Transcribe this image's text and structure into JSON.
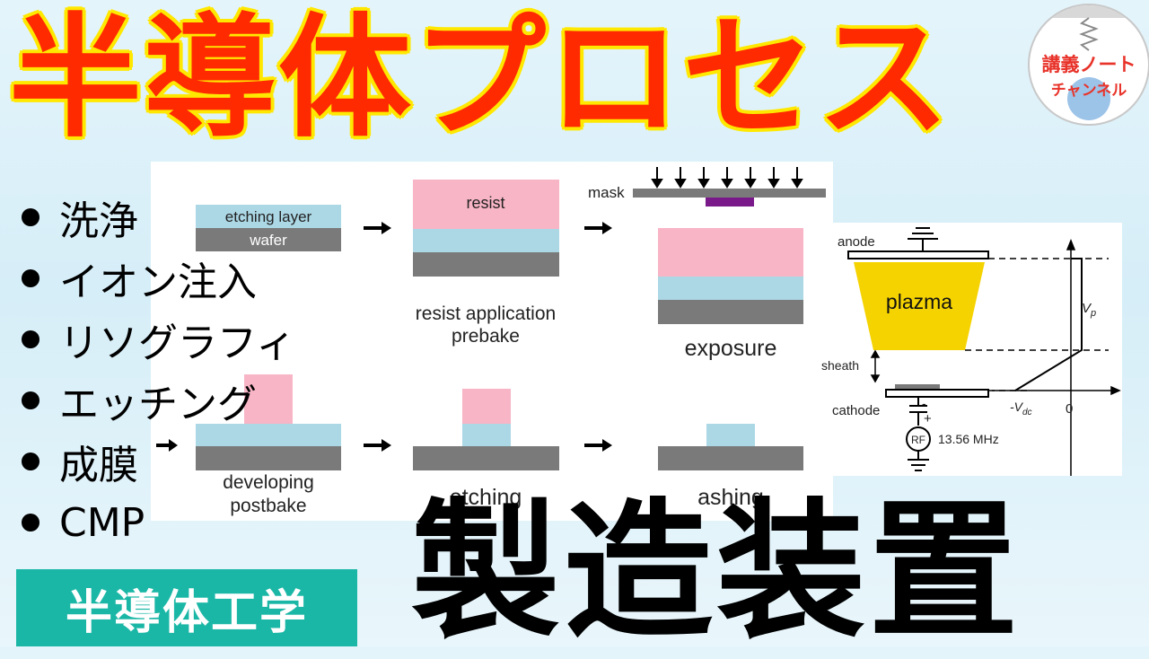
{
  "title": "半導体プロセス",
  "logo": {
    "line1": "講義ノート",
    "line2": "チャンネル"
  },
  "bullets": [
    "洗浄",
    "イオン注入",
    "リソグラフィ",
    "エッチング",
    "成膜",
    "CMP"
  ],
  "subject_label": "半導体工学",
  "equipment_label": "製造装置",
  "process_diagram": {
    "etching_layer": "etching layer",
    "wafer": "wafer",
    "resist": "resist",
    "mask": "mask",
    "step_resist_line1": "resist application",
    "step_resist_line2": "prebake",
    "step_exposure": "exposure",
    "step_developing_line1": "developing",
    "step_developing_line2": "postbake",
    "step_etching": "etching",
    "step_ashing": "ashing"
  },
  "plasma_diagram": {
    "anode": "anode",
    "plasma": "plazma",
    "vp": "V",
    "vp_sub": "p",
    "sheath": "sheath",
    "cathode": "cathode",
    "vdc": "-V",
    "vdc_sub": "dc",
    "zero": "0",
    "rf": "RF",
    "frequency": "13.56 MHz",
    "minus": "-",
    "plus": "+"
  },
  "colors": {
    "title_red": "#ff2a00",
    "title_outline": "#ffe800",
    "resist_pink": "#f8b5c6",
    "etch_blue": "#acd8e6",
    "wafer_gray": "#7a7a7a",
    "mask_purple": "#7a1a8a",
    "plasma_yellow": "#f5d300",
    "subject_teal": "#1bb7a6"
  }
}
